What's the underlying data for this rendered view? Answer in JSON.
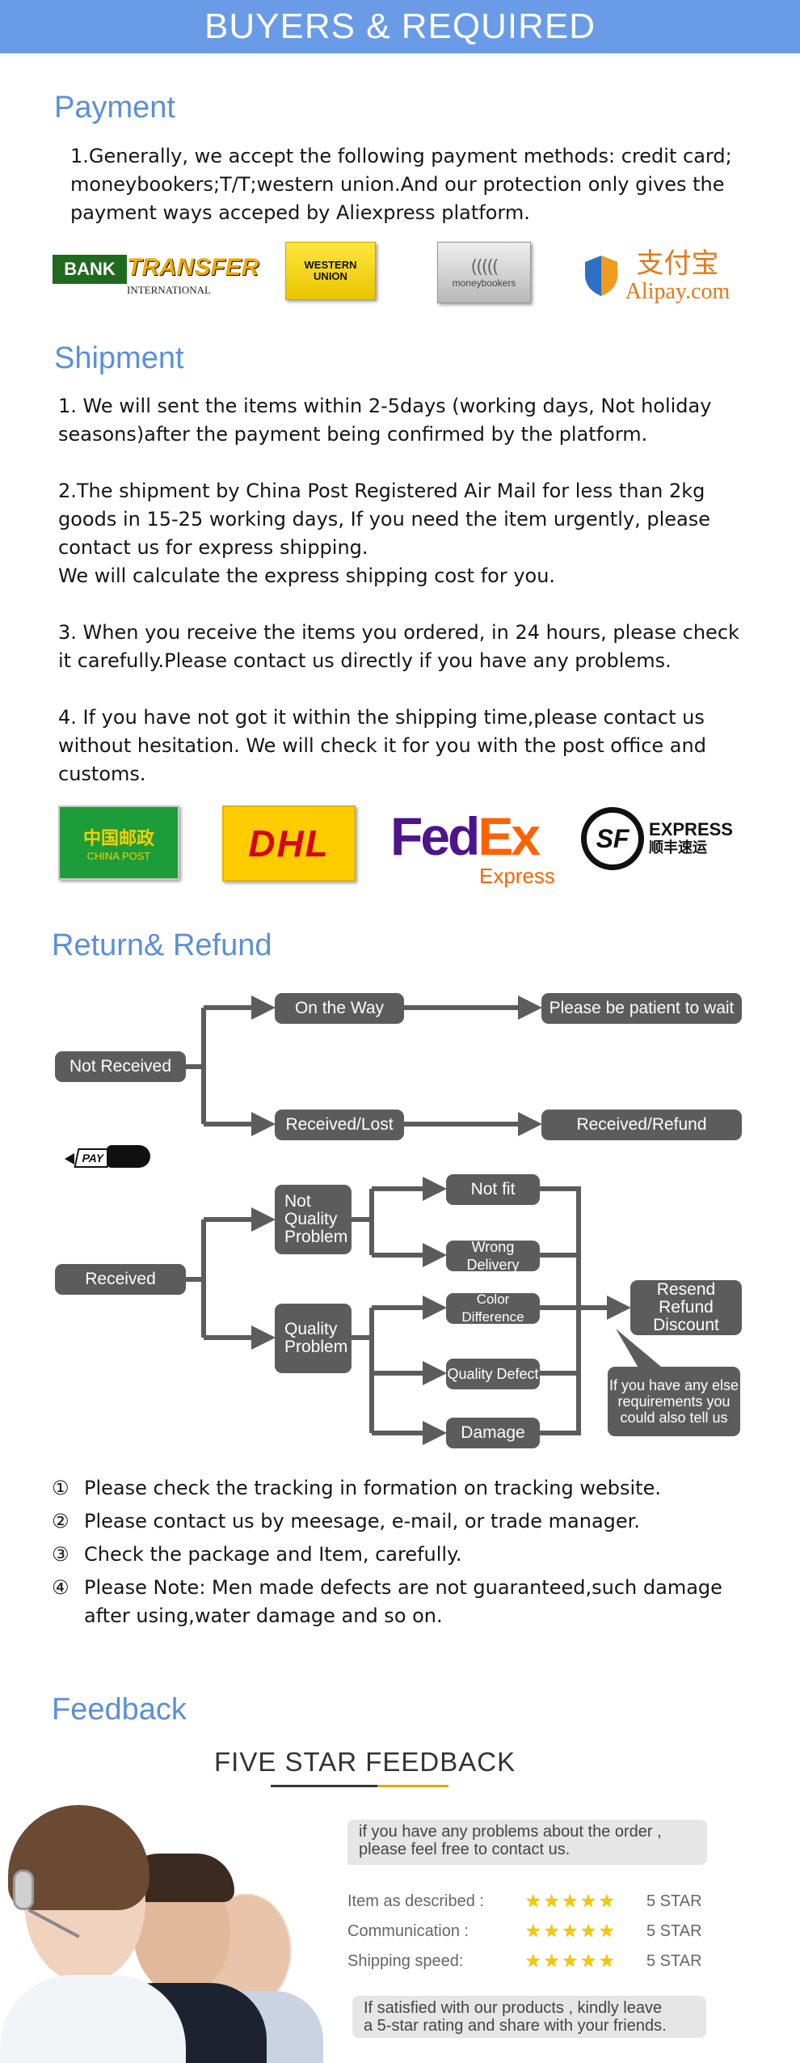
{
  "banner": {
    "title": "BUYERS & REQUIRED"
  },
  "payment": {
    "heading": "Payment",
    "text": "1.Generally, we accept the following payment methods: credit card;\nmoneybookers;T/T;western union.And our protection only gives the\npayment ways acceped by Aliexpress platform.",
    "logos": {
      "bank_a": "BANK",
      "bank_b": "TRANSFER",
      "bank_c": "INTERNATIONAL",
      "wu_a": "WESTERN",
      "wu_b": "UNION",
      "mb": "moneybookers",
      "ali_a": "支付宝",
      "ali_b": "Alipay.com"
    }
  },
  "shipment": {
    "heading": "Shipment",
    "p1": "1. We will sent the items within 2-5days (working days, Not holiday\nseasons)after the payment being confirmed by the platform.",
    "p2": "2.The shipment by China Post Registered Air Mail for less than  2kg\ngoods in 15-25 working days, If  you need the item urgently, please\ncontact us for express shipping.\nWe will calculate the express shipping cost for you.",
    "p3": "3. When you receive the items you ordered, in 24 hours, please check\n it carefully.Please contact us directly if you have any problems.",
    "p4": "4. If you have not got it within the shipping time,please contact us\nwithout hesitation. We will check it for you with the post office and\ncustoms.",
    "logos": {
      "cp_a": "中国邮政",
      "cp_b": "CHINA POST",
      "dhl": "DHL",
      "fedex_a": "Fed",
      "fedex_b": "Ex",
      "fedex_c": "Express",
      "sf_a": "SF",
      "sf_b": "EXPRESS",
      "sf_c": "顺丰速运"
    }
  },
  "refund": {
    "heading": "Return& Refund",
    "flow": {
      "not_received": "Not Received",
      "on_the_way": "On the Way",
      "be_patient": "Please be patient to wait",
      "received_lost": "Received/Lost",
      "received_refund": "Received/Refund",
      "pay": "PAY",
      "received": "Received",
      "not_quality": "Not\nQuality\nProblem",
      "quality": "Quality\nProblem",
      "not_fit": "Not fit",
      "wrong_delivery": "Wrong Delivery",
      "color_difference": "Color Difference",
      "quality_defect": "Quality Defect",
      "damage": "Damage",
      "resend": "Resend\nRefund\nDiscount",
      "else": "If you have any else\nrequirements you\ncould also tell us"
    },
    "notes": [
      {
        "num": "①",
        "text": "Please check the tracking in formation on tracking website."
      },
      {
        "num": "②",
        "text": "Please contact us by meesage, e-mail, or trade manager."
      },
      {
        "num": "③",
        "text": "Check the package and Item, carefully."
      },
      {
        "num": "④",
        "text": "Please Note: Men made defects  are not guaranteed,such damage\nafter using,water damage and so on."
      }
    ]
  },
  "feedback": {
    "heading": "Feedback",
    "title": "FIVE STAR FEEDBACK",
    "contact": "if you have any problems about the order ,\nplease feel free to contact us.",
    "ratings": [
      {
        "label": "Item as described :",
        "value": "5 STAR"
      },
      {
        "label": "Communication :",
        "value": "5 STAR"
      },
      {
        "label": "Shipping speed:",
        "value": "5 STAR"
      }
    ],
    "closing": "If satisfied with our products , kindly leave\na 5-star rating and share with your friends.",
    "colors": {
      "accent": "#6a9be6",
      "star": "#f5c800",
      "box": "#5c5c5c"
    }
  }
}
